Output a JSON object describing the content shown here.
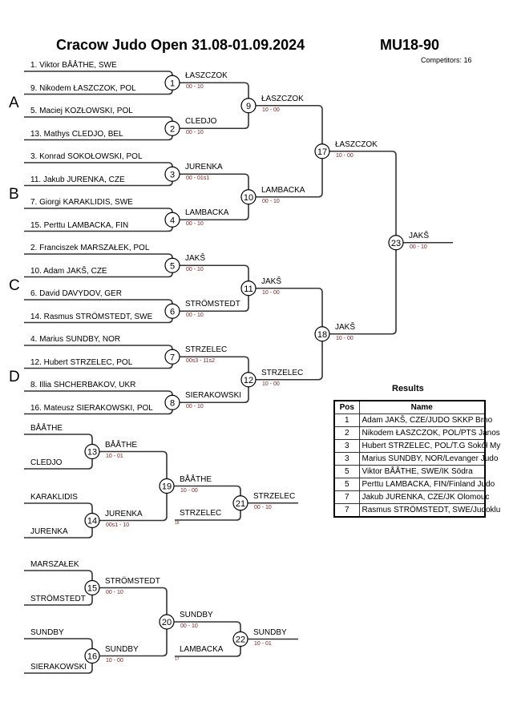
{
  "header": {
    "title": "Cracow Judo Open  31.08-01.09.2024",
    "category": "MU18-90",
    "competitors": "Competitors: 16"
  },
  "colors": {
    "line": "#333333",
    "score": "#7a2020"
  },
  "groups": [
    "A",
    "B",
    "C",
    "D"
  ],
  "entrants": [
    "1. Viktor BÅÅTHE, SWE",
    "9. Nikodem ŁASZCZOK, POL",
    "5. Maciej KOZŁOWSKI, POL",
    "13. Mathys CLEDJO, BEL",
    "3. Konrad SOKOŁOWSKI, POL",
    "11. Jakub JURENKA, CZE",
    "7. Giorgi KARAKLIDIS, SWE",
    "15. Perttu LAMBACKA, FIN",
    "2. Franciszek MARSZAŁEK, POL",
    "10. Adam JAKŠ, CZE",
    "6. David DAVYDOV, GER",
    "14. Rasmus STRÖMSTEDT, SWE",
    "4. Marius SUNDBY, NOR",
    "12. Hubert STRZELEC, POL",
    "8. Illia SHCHERBAKOV, UKR",
    "16. Mateusz SIERAKOWSKI, POL"
  ],
  "matches": {
    "1": {
      "winner": "ŁASZCZOK",
      "score": "00 - 10"
    },
    "2": {
      "winner": "CLEDJO",
      "score": "00 - 10"
    },
    "3": {
      "winner": "JURENKA",
      "score": "00 - 01s1"
    },
    "4": {
      "winner": "LAMBACKA",
      "score": "00 - 10"
    },
    "5": {
      "winner": "JAKŠ",
      "score": "00 - 10"
    },
    "6": {
      "winner": "STRÖMSTEDT",
      "score": "00 - 10"
    },
    "7": {
      "winner": "STRZELEC",
      "score": "00s3 - 11s2"
    },
    "8": {
      "winner": "SIERAKOWSKI",
      "score": "00 - 10"
    },
    "9": {
      "winner": "ŁASZCZOK",
      "score": "10 - 00"
    },
    "10": {
      "winner": "LAMBACKA",
      "score": "00 - 10"
    },
    "11": {
      "winner": "JAKŠ",
      "score": "10 - 00"
    },
    "12": {
      "winner": "STRZELEC",
      "score": "10 - 00"
    },
    "17": {
      "winner": "ŁASZCZOK",
      "score": "10 - 00"
    },
    "18": {
      "winner": "JAKŠ",
      "score": "10 - 00"
    },
    "23": {
      "winner": "JAKŠ",
      "score": "00 - 10"
    },
    "13": {
      "winner": "BÅÅTHE",
      "score": "10 - 01"
    },
    "14": {
      "winner": "JURENKA",
      "score": "00s1 - 10"
    },
    "19": {
      "winner": "BÅÅTHE",
      "score": "10 - 00"
    },
    "21": {
      "winner": "STRZELEC",
      "score": "00 - 10"
    },
    "15": {
      "winner": "STRÖMSTEDT",
      "score": "00 - 10"
    },
    "16": {
      "winner": "SUNDBY",
      "score": "10 - 00"
    },
    "20": {
      "winner": "SUNDBY",
      "score": "00 - 10"
    },
    "22": {
      "winner": "SUNDBY",
      "score": "10 - 01"
    }
  },
  "repechage": {
    "entrants": [
      "BÅÅTHE",
      "CLEDJO",
      "KARAKLIDIS",
      "JURENKA",
      "MARSZAŁEK",
      "STRÖMSTEDT",
      "SUNDBY",
      "SIERAKOWSKI"
    ],
    "semifinal_losers": [
      {
        "name": "STRZELEC",
        "from": "18"
      },
      {
        "name": "LAMBACKA",
        "from": "17"
      }
    ]
  },
  "results": {
    "title": "Results",
    "headers": [
      "Pos",
      "Name"
    ],
    "rows": [
      {
        "pos": "1",
        "name": "Adam JAKŠ, CZE/JUDO SKKP Brno"
      },
      {
        "pos": "2",
        "name": "Nikodem ŁASZCZOK, POL/PTS Janos"
      },
      {
        "pos": "3",
        "name": "Hubert STRZELEC, POL/T.G Sokół My"
      },
      {
        "pos": "3",
        "name": "Marius SUNDBY, NOR/Levanger Judo"
      },
      {
        "pos": "5",
        "name": "Viktor BÅÅTHE, SWE/IK Södra"
      },
      {
        "pos": "5",
        "name": "Perttu LAMBACKA, FIN/Finland Judo"
      },
      {
        "pos": "7",
        "name": "Jakub JURENKA, CZE/JK Olomouc"
      },
      {
        "pos": "7",
        "name": "Rasmus STRÖMSTEDT, SWE/Judoklu"
      }
    ]
  }
}
